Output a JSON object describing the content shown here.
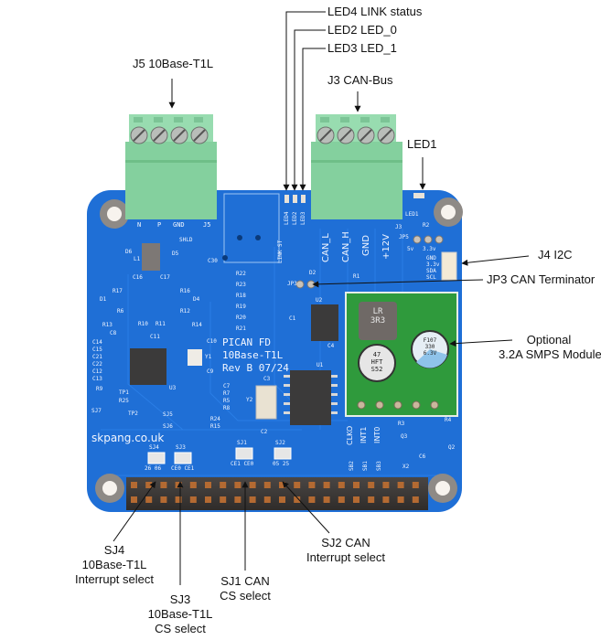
{
  "board": {
    "name": "PiCAN FD 10Base-T1L",
    "silkscreen_title": [
      "PICAN FD",
      "10Base-T1L",
      "Rev B 07/24"
    ],
    "website": "skpang.co.uk",
    "colors": {
      "pcb": "#1f6fd6",
      "terminal": "#86d3a0",
      "smps": "#2f9a3c",
      "header": "#3a3a3a"
    }
  },
  "callouts": {
    "led4": "LED4 LINK status",
    "led2": "LED2 LED_0",
    "led3": "LED3 LED_1",
    "j5": "J5 10Base-T1L",
    "j3": "J3 CAN-Bus",
    "led1": "LED1",
    "j4": "J4 I2C",
    "jp3": "JP3 CAN Terminator",
    "smps": [
      "Optional",
      "3.2A SMPS Module"
    ],
    "sj4": [
      "SJ4",
      "10Base-T1L",
      "Interrupt select"
    ],
    "sj3": [
      "SJ3",
      "10Base-T1L",
      "CS select"
    ],
    "sj1": [
      "SJ1 CAN",
      "CS select"
    ],
    "sj2": [
      "SJ2 CAN",
      "Interrupt select"
    ]
  },
  "silk": {
    "j5_pins": [
      "N",
      "P",
      "GND",
      "J5"
    ],
    "shld": "SHLD",
    "j3_pins": [
      "CAN_L",
      "CAN_H",
      "GND",
      "+12V"
    ],
    "j3": "J3",
    "led_labels": [
      "LINK ST",
      "LED4",
      "LED2",
      "LED3"
    ],
    "led1": "LED1",
    "r2": "R2",
    "jp5": "JP5",
    "jp5_labels": [
      "5v",
      "3.3v"
    ],
    "j4_pins": [
      "GND",
      "3.3v",
      "SDA",
      "SCL"
    ],
    "jp3": "JP3",
    "d2": "D2",
    "r1": "R1",
    "u2": "U2",
    "c1": "C1",
    "c4": "C4",
    "u1": "U1",
    "y2": "Y2",
    "c2": "C2",
    "c3": "C3",
    "u3": "U3",
    "y1": "Y1",
    "l1": "L1",
    "d5": "D5",
    "d6": "D6",
    "d1": "D1",
    "d4": "D4",
    "c30": "C30",
    "left_parts": [
      "C16",
      "C17",
      "R17",
      "R16",
      "R6",
      "R12",
      "R10",
      "R11",
      "R13",
      "R14",
      "C8",
      "C11",
      "C14",
      "C15",
      "C21",
      "C22",
      "C12",
      "C13",
      "R9",
      "TP1",
      "R25",
      "TP2",
      "SJ7"
    ],
    "right_parts_r": [
      "R22",
      "R23",
      "R18",
      "R19",
      "R20",
      "R21"
    ],
    "mid_parts": [
      "C10",
      "C9",
      "C7",
      "R7",
      "R5",
      "R8",
      "SJ5",
      "SJ6",
      "R24",
      "R15"
    ],
    "sj_labels": [
      "SJ4",
      "SJ3",
      "SJ1",
      "SJ2"
    ],
    "sj_pins": [
      "26 06",
      "CE0 CE1",
      "CE1 CE0",
      "05 25"
    ],
    "clk_int": [
      "CLKO",
      "INT1",
      "INT0"
    ],
    "sb": [
      "SB2",
      "SB1",
      "SB3"
    ],
    "x2": "X2",
    "right_misc": [
      "R3",
      "R4",
      "Q3",
      "Q2",
      "C6"
    ],
    "smps_markings": {
      "inductor": [
        "LR",
        "3R3"
      ],
      "cap1": [
        "47",
        "HFT",
        "S52"
      ],
      "cap2": [
        "F107",
        "330",
        "6.3V"
      ]
    }
  }
}
